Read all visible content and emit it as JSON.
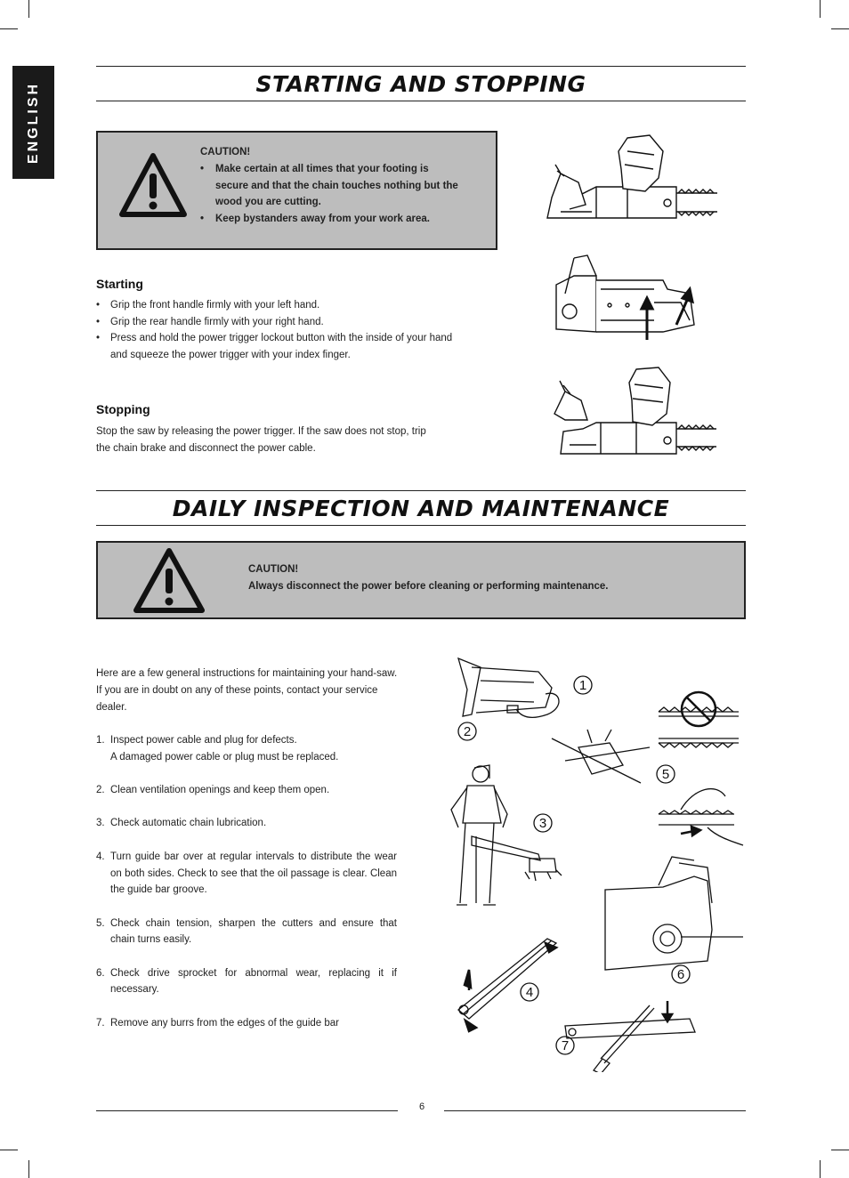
{
  "sidebar_tab": {
    "label": "ENGLISH"
  },
  "section1": {
    "title": "Starting and Stopping",
    "caution": {
      "heading": "CAUTION!",
      "items": [
        "Make certain at all times that your footing is secure and that the chain touches nothing but the wood you are cutting.",
        "Keep bystanders away from your work area."
      ]
    },
    "starting": {
      "heading": "Starting",
      "items": [
        "Grip the front handle firmly with your left hand.",
        "Grip the rear handle firmly with your right hand.",
        "Press and hold the power trigger lockout button with the inside of your hand and squeeze the power trigger with your index finger."
      ]
    },
    "stopping": {
      "heading": "Stopping",
      "text": "Stop the saw by releasing the power trigger. If the saw does not stop, trip the chain brake and disconnect the power cable."
    }
  },
  "section2": {
    "title": "Daily Inspection and Maintenance",
    "caution": {
      "heading": "CAUTION!",
      "text": "Always disconnect the power before cleaning or performing maintenance."
    },
    "intro": "Here are a few general instructions for maintaining your hand-saw. If you are in doubt on any of these points, contact your service dealer.",
    "steps": [
      {
        "num": "1.",
        "text": "Inspect power cable and plug for defects.",
        "sub": "A damaged power cable or plug must be replaced."
      },
      {
        "num": "2.",
        "text": "Clean ventilation openings and keep them open."
      },
      {
        "num": "3.",
        "text": "Check automatic chain lubrication."
      },
      {
        "num": "4.",
        "text": "Turn guide bar over at regular intervals to distribute the wear on both sides. Check to see that the oil passage is clear. Clean the guide bar groove."
      },
      {
        "num": "5.",
        "text": "Check chain tension, sharpen the cutters and ensure that chain turns easily."
      },
      {
        "num": "6.",
        "text": "Check drive sprocket for abnormal wear, replacing it if necessary."
      },
      {
        "num": "7.",
        "text": "Remove any burrs from the edges of the guide bar"
      }
    ],
    "callouts": [
      "1",
      "2",
      "3",
      "4",
      "5",
      "6",
      "7"
    ]
  },
  "footer": {
    "page_number": "6"
  }
}
